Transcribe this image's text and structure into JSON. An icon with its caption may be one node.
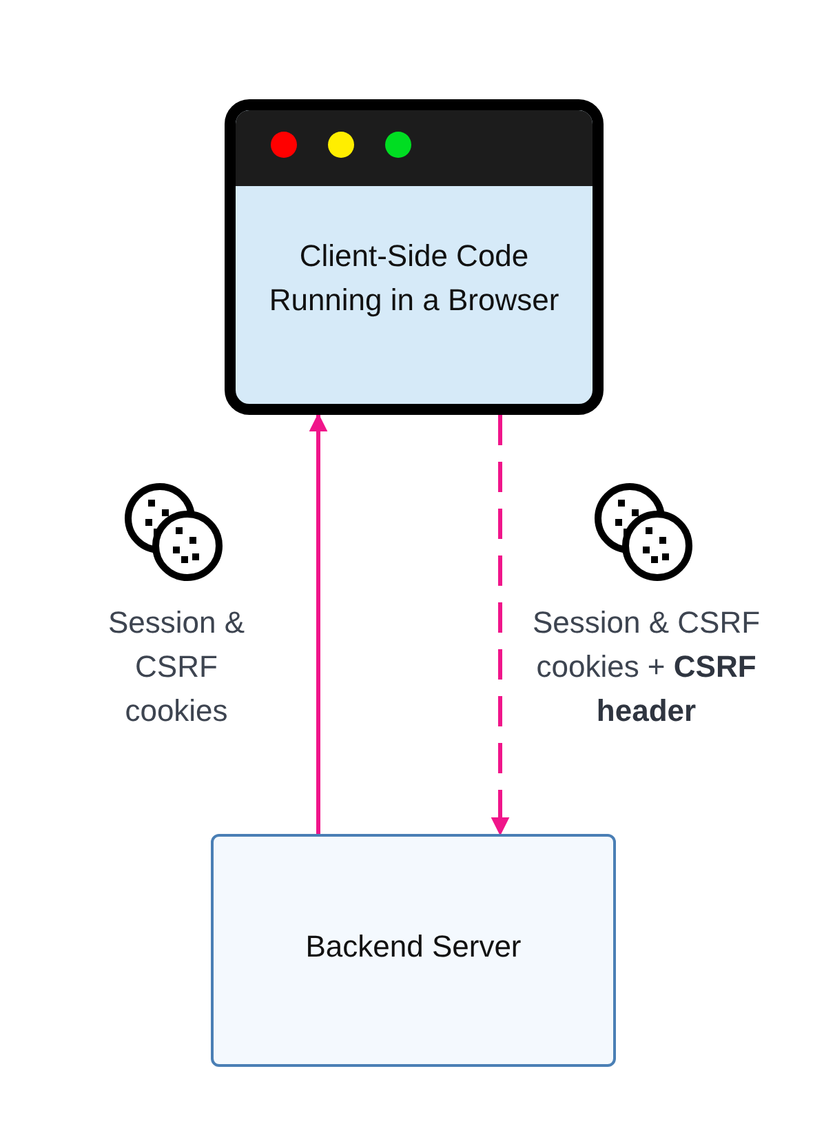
{
  "diagram": {
    "nodes": [
      {
        "text": [
          "Client-Side Code Running in a Browser"
        ]
      },
      {
        "text": [
          "Backend Server"
        ]
      }
    ],
    "edges": [
      {
        "from": 1,
        "to": 0,
        "arrow": "to",
        "label": "Session & CSRF cookies"
      },
      {
        "from": 0,
        "to": 1,
        "arrow": "to",
        "style": "dashed",
        "label": "Session & CSRF cookies + **CSRF header**"
      }
    ]
  }
}
